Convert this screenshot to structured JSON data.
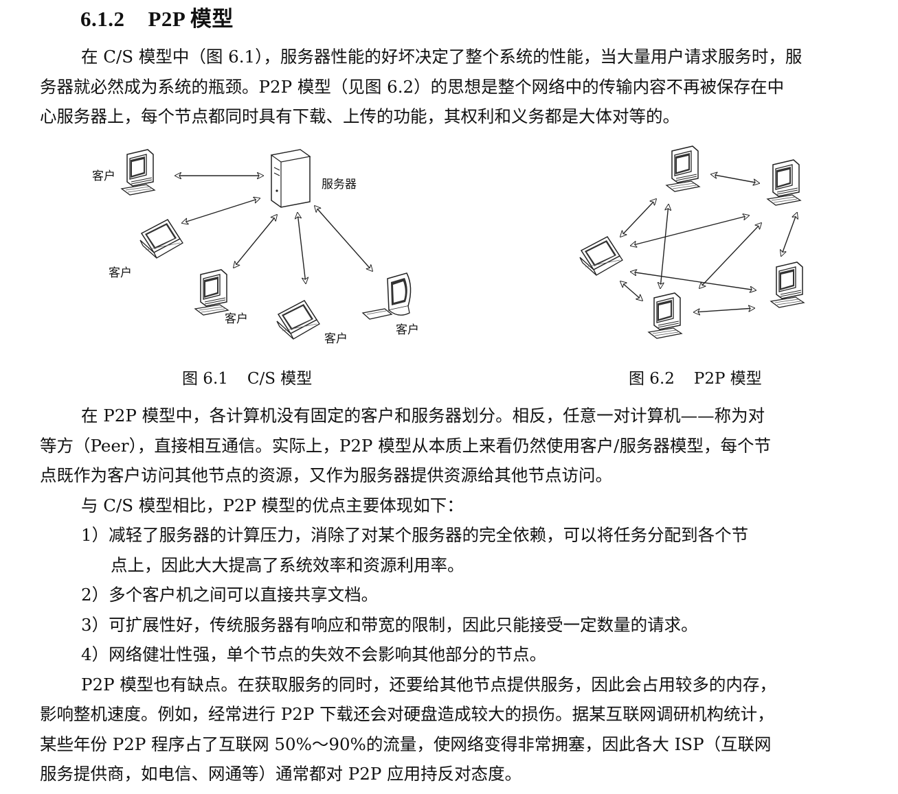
{
  "section": {
    "number": "6.1.2",
    "title": "P2P 模型"
  },
  "para1": [
    "在 C/S 模型中（图 6.1），服务器性能的好坏决定了整个系统的性能，当大量用户请求服务时，服",
    "务器就必然成为系统的瓶颈。P2P 模型（见图 6.2）的思想是整个网络中的传输内容不再被保存在中",
    "心服务器上，每个节点都同时具有下载、上传的功能，其权利和义务都是大体对等的。"
  ],
  "figure1": {
    "caption_num": "图 6.1",
    "caption_title": "C/S 模型",
    "server_label": "服务器",
    "client_label": "客户"
  },
  "figure2": {
    "caption_num": "图 6.2",
    "caption_title": "P2P 模型"
  },
  "para2": [
    "在 P2P 模型中，各计算机没有固定的客户和服务器划分。相反，任意一对计算机——称为对",
    "等方（Peer），直接相互通信。实际上，P2P 模型从本质上来看仍然使用客户/服务器模型，每个节",
    "点既作为客户访问其他节点的资源，又作为服务器提供资源给其他节点访问。"
  ],
  "advantages_intro": "与 C/S 模型相比，P2P 模型的优点主要体现如下：",
  "advantages": [
    {
      "lines": [
        "1）减轻了服务器的计算压力，消除了对某个服务器的完全依赖，可以将任务分配到各个节",
        "点上，因此大大提高了系统效率和资源利用率。"
      ]
    },
    {
      "lines": [
        "2）多个客户机之间可以直接共享文档。"
      ]
    },
    {
      "lines": [
        "3）可扩展性好，传统服务器有响应和带宽的限制，因此只能接受一定数量的请求。"
      ]
    },
    {
      "lines": [
        "4）网络健壮性强，单个节点的失效不会影响其他部分的节点。"
      ]
    }
  ],
  "para3": [
    "P2P 模型也有缺点。在获取服务的同时，还要给其他节点提供服务，因此会占用较多的内存，",
    "影响整机速度。例如，经常进行 P2P 下载还会对硬盘造成较大的损伤。据某互联网调研机构统计，",
    "某些年份 P2P 程序占了互联网 50%～90%的流量，使网络变得非常拥塞，因此各大 ISP（互联网",
    "服务提供商，如电信、网通等）通常都对 P2P 应用持反对态度。"
  ]
}
